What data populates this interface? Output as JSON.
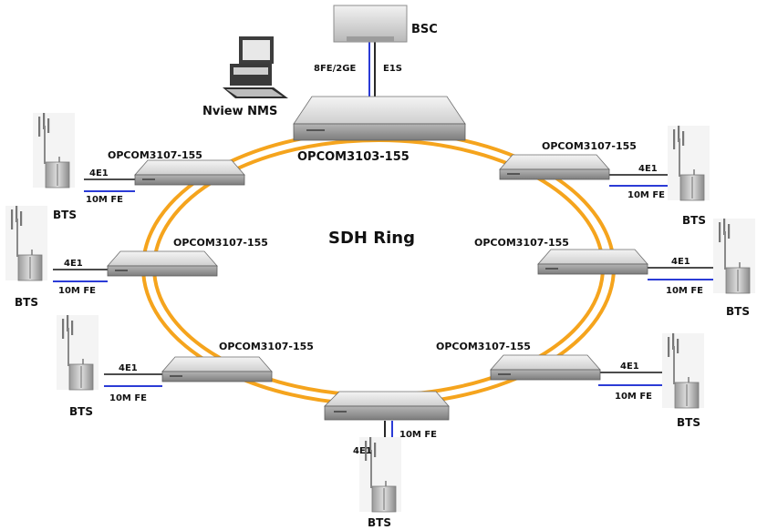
{
  "title": "",
  "ring": {
    "label": "SDH Ring",
    "color": "#f5a41d"
  },
  "bsc": {
    "label": "BSC",
    "port_left": "8FE/2GE",
    "port_right": "E1S"
  },
  "nms": {
    "label": "Nview NMS"
  },
  "core_node": {
    "label": "OPCOM3103-155"
  },
  "nodes": [
    {
      "id": "n1",
      "label": "OPCOM3107-155"
    },
    {
      "id": "n2",
      "label": "OPCOM3107-155"
    },
    {
      "id": "n3",
      "label": "OPCOM3107-155"
    },
    {
      "id": "n4",
      "label": "OPCOM3107-155"
    },
    {
      "id": "n5",
      "label": "OPCOM3107-155"
    },
    {
      "id": "n6",
      "label": "OPCOM3107-155"
    }
  ],
  "links": {
    "e1_label": "4E1",
    "fe_label": "10M FE"
  },
  "bts": {
    "label": "BTS"
  },
  "colors": {
    "fe_line": "#2b3bd6",
    "e1_line": "#111111",
    "device_top": "#e4e4e4",
    "device_side": "#a8a8a8"
  }
}
